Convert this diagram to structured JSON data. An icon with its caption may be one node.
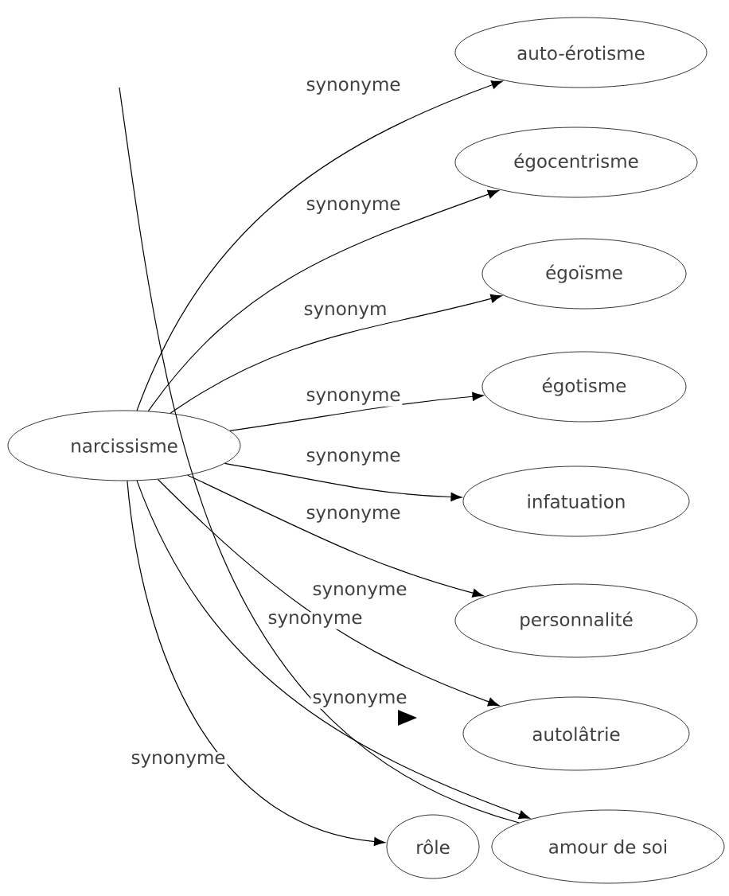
{
  "diagram": {
    "nodes": [
      {
        "text": [
          "narcissisme"
        ]
      },
      {
        "text": [
          "auto-érotisme"
        ]
      },
      {
        "text": [
          "égocentrisme"
        ]
      },
      {
        "text": [
          "égoïsme"
        ]
      },
      {
        "text": [
          "égotisme"
        ]
      },
      {
        "text": [
          "infatuation"
        ]
      },
      {
        "text": [
          "personnalité"
        ]
      },
      {
        "text": [
          "autolâtrie"
        ]
      },
      {
        "text": [
          "amour de soi"
        ]
      },
      {
        "text": [
          "rôle"
        ]
      }
    ],
    "edges": [
      {
        "from": 0,
        "to": 1,
        "arrow": "to",
        "label": "synonyme"
      },
      {
        "from": 0,
        "to": 2,
        "arrow": "to",
        "label": "synonyme"
      },
      {
        "from": 0,
        "to": 3,
        "arrow": "to",
        "label": "synonym"
      },
      {
        "from": 0,
        "to": 4,
        "arrow": "to",
        "label": "synonyme"
      },
      {
        "from": 0,
        "to": 5,
        "arrow": "to",
        "label": "synonyme"
      },
      {
        "from": 0,
        "to": 6,
        "arrow": "to",
        "label": "synonyme"
      },
      {
        "from": 0,
        "to": 7,
        "arrow": "to",
        "label": "synonyme"
      },
      {
        "from": 0,
        "to": 8,
        "arrow": "to",
        "label": "synonyme"
      },
      {
        "from": 0,
        "to": 9,
        "arrow": "to",
        "label": "synonyme"
      },
      {
        "from": null,
        "to": 8,
        "arrow": "none",
        "label": "synonyme"
      }
    ]
  }
}
